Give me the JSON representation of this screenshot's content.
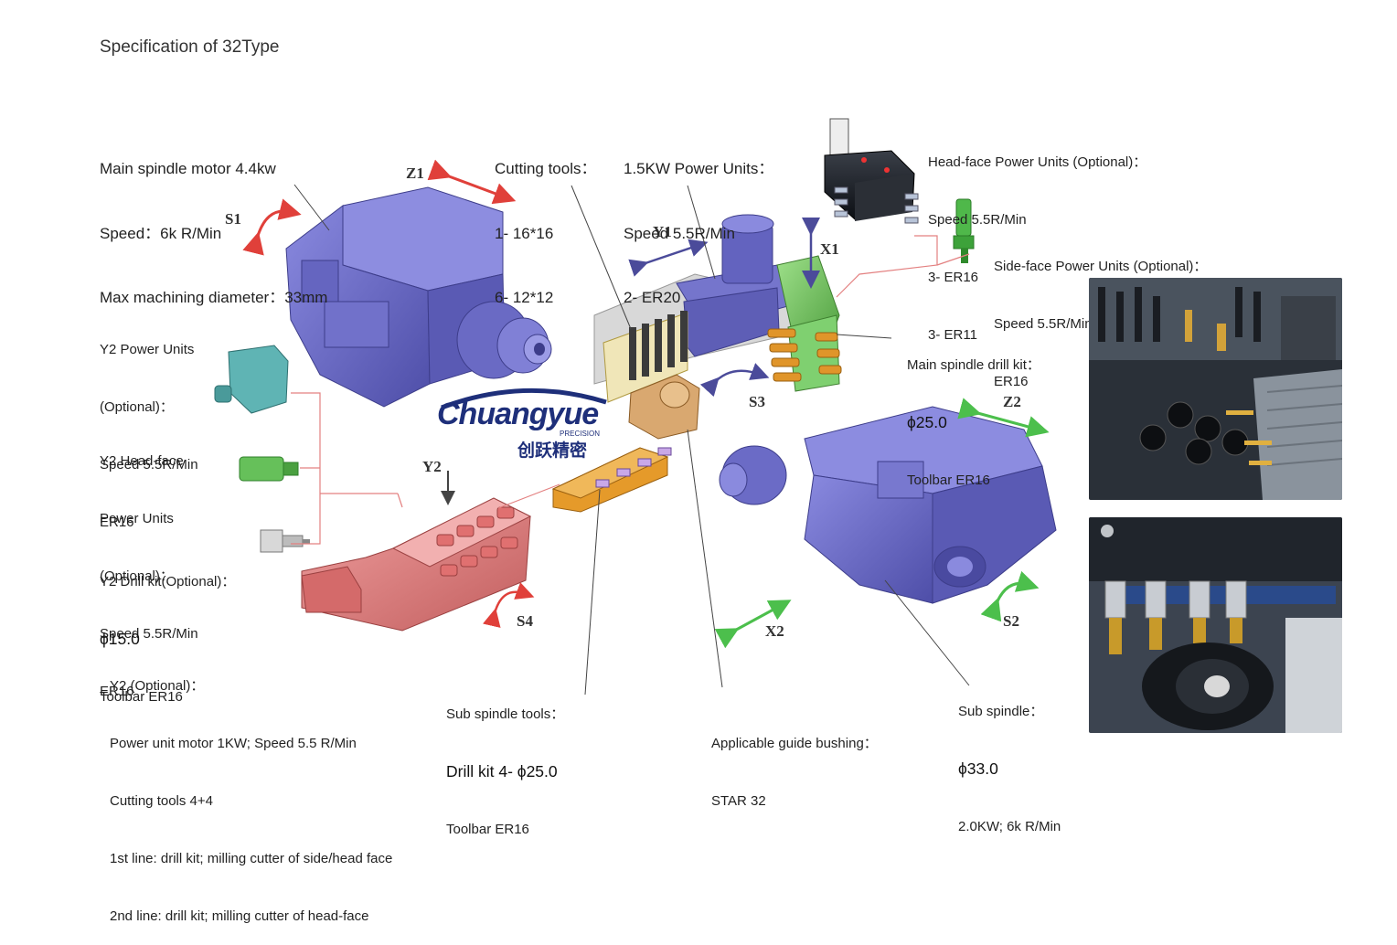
{
  "title": "Specification of 32Type",
  "colors": {
    "main_spindle": "#6f6fcc",
    "sub_spindle": "#6b6bcb",
    "y2_block": "#e07b7b",
    "toolbar_orange": "#e59a2a",
    "power_unit_green": "#6fbf5a",
    "arrow_red": "#e0403a",
    "arrow_green": "#4cbf4c",
    "arrow_blue": "#4b4b9a",
    "logo_blue": "#1e2f7a"
  },
  "logo": {
    "brand": "Chuangyue",
    "sub": "PRECISION",
    "chinese": "创跃精密"
  },
  "axes": [
    "Z1",
    "S1",
    "Y1",
    "X1",
    "S3",
    "Z2",
    "Y2",
    "S4",
    "X2",
    "S2"
  ],
  "callouts": {
    "main_spindle": {
      "line1": "Main spindle motor 4.4kw",
      "line2": "Speed：6k R/Min",
      "line3": "Max machining diameter：33mm"
    },
    "cutting_tools": {
      "line1": "Cutting tools：",
      "line2": "1- 16*16",
      "line3": "6- 12*12"
    },
    "power_units": {
      "line1": "1.5KW Power Units：",
      "line2": "Speed 5.5R/Min",
      "line3": "2- ER20"
    },
    "head_face": {
      "line1": "Head-face Power Units (Optional)：",
      "line2": "Speed 5.5R/Min",
      "line3": "3- ER16",
      "line4": "3- ER11"
    },
    "side_face": {
      "line1": "Side-face Power Units (Optional)：",
      "line2": "Speed 5.5R/Min",
      "line3": "ER16"
    },
    "main_drill": {
      "line1": "Main spindle drill kit：",
      "line2": "ϕ25.0",
      "line3": "Toolbar ER16"
    },
    "y2_power": {
      "line1": "Y2 Power Units",
      "line2": "(Optional)：",
      "line3": "Speed 5.5R/Min",
      "line4": "ER16"
    },
    "y2_head": {
      "line1": "Y2 Head-face",
      "line2": "Power Units",
      "line3": "(Optional)：",
      "line4": "Speed 5.5R/Min",
      "line5": "ER16"
    },
    "y2_drill": {
      "line1": "Y2 Drill kit(Optional)：",
      "line2": "ϕ15.0",
      "line3": "Toolbar ER16"
    },
    "y2_optional": {
      "line1": "Y2 (Optional)：",
      "line2": "Power unit motor 1KW; Speed 5.5 R/Min",
      "line3": "Cutting tools 4+4",
      "line4": "1st line: drill kit; milling cutter of side/head face",
      "line5": "2nd line: drill kit; milling cutter of head-face"
    },
    "sub_tools": {
      "line1": "Sub spindle tools：",
      "line2": "Drill kit 4- ϕ25.0",
      "line3": "Toolbar ER16"
    },
    "guide_bushing": {
      "line1": "Applicable guide bushing：",
      "line2": "STAR 32"
    },
    "sub_spindle": {
      "line1": "Sub spindle：",
      "line2": "ϕ33.0",
      "line3": "2.0KW; 6k R/Min"
    }
  }
}
